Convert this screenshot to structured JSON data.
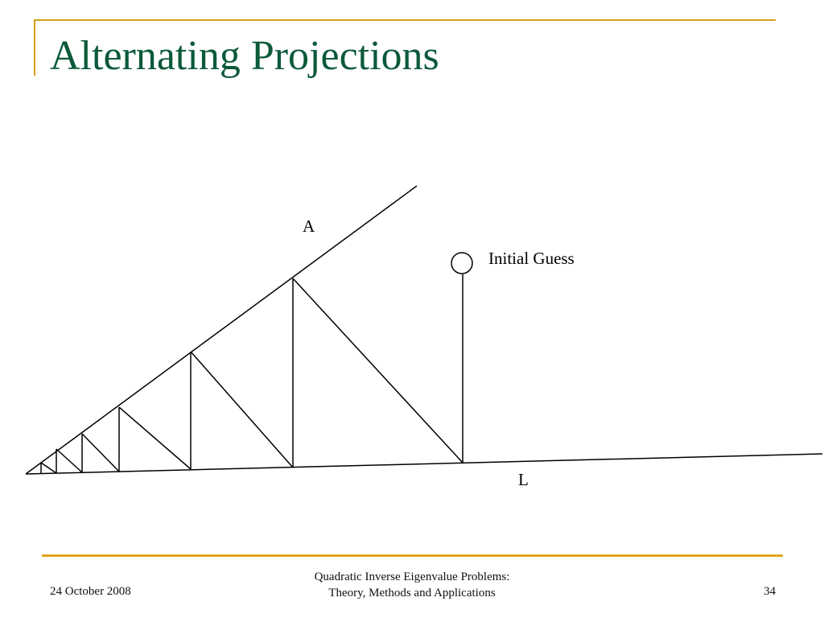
{
  "slide": {
    "title": "Alternating Projections",
    "colors": {
      "title": "#0b5a3a",
      "rule": "#d4a017"
    }
  },
  "diagram": {
    "label_a": "A",
    "label_l": "L",
    "label_initial": "Initial Guess"
  },
  "footer": {
    "date": "24 October 2008",
    "center_line1": "Quadratic Inverse Eigenvalue Problems:",
    "center_line2": "Theory, Methods and Applications",
    "page": "34"
  }
}
